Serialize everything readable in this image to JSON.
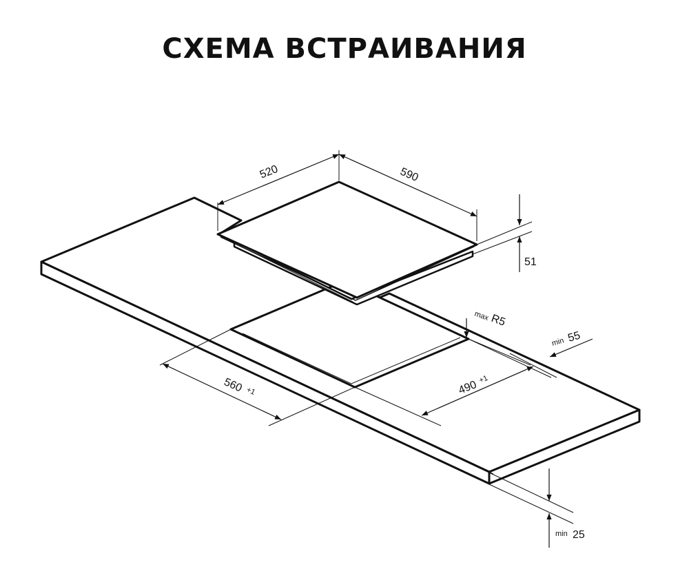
{
  "title": "СХЕМА ВСТРАИВАНИЯ",
  "colors": {
    "line": "#111111",
    "background": "#ffffff"
  },
  "dimensions": {
    "hob_depth": "520",
    "hob_width": "590",
    "hob_height": "51",
    "corner_radius": {
      "prefix": "max",
      "value": "R5"
    },
    "edge_distance": {
      "prefix": "min",
      "value": "55"
    },
    "cutout_width": {
      "value": "560",
      "tolerance": "+1"
    },
    "cutout_depth": {
      "value": "490",
      "tolerance": "+1"
    },
    "countertop_thickness": {
      "prefix": "min",
      "value": "25"
    }
  }
}
